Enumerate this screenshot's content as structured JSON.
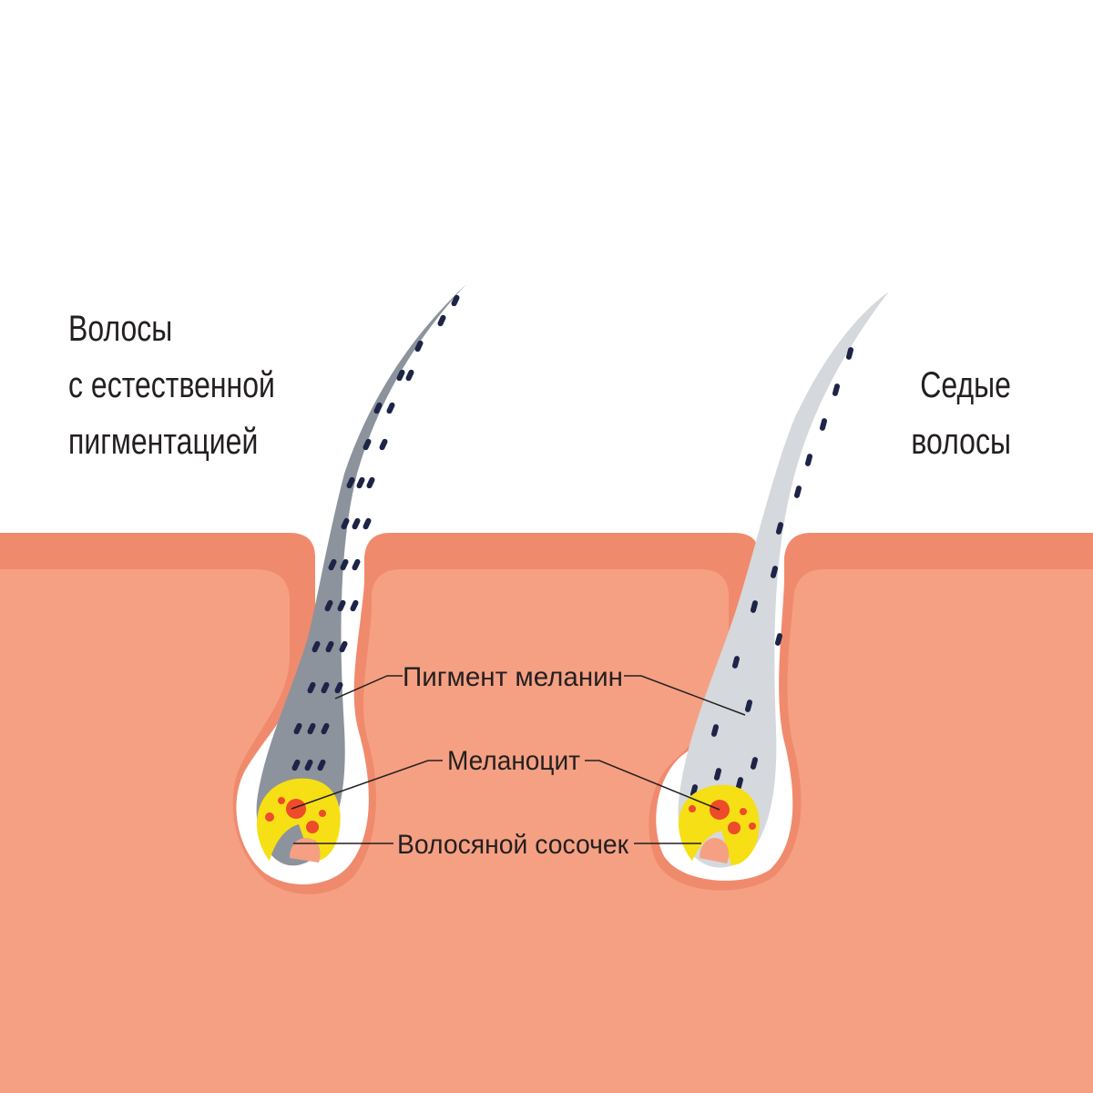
{
  "titles": {
    "left": [
      "Волосы",
      "с естественной",
      "пигментацией"
    ],
    "right": [
      "Седые",
      "волосы"
    ]
  },
  "labels": {
    "melanin": "Пигмент меланин",
    "melanocyte": "Меланоцит",
    "papilla": "Волосяной сосочек"
  },
  "colors": {
    "background": "#ffffff",
    "skin_outer": "#f08a6d",
    "skin_inner": "#f5a083",
    "pigmented_hair": "#8d939c",
    "melanin": "#1d2447",
    "gray_hair": "#d5d8dc",
    "melanocyte_yellow": "#f6df14",
    "melanocyte_red": "#ee4b2b",
    "leader_line": "#231f20"
  }
}
